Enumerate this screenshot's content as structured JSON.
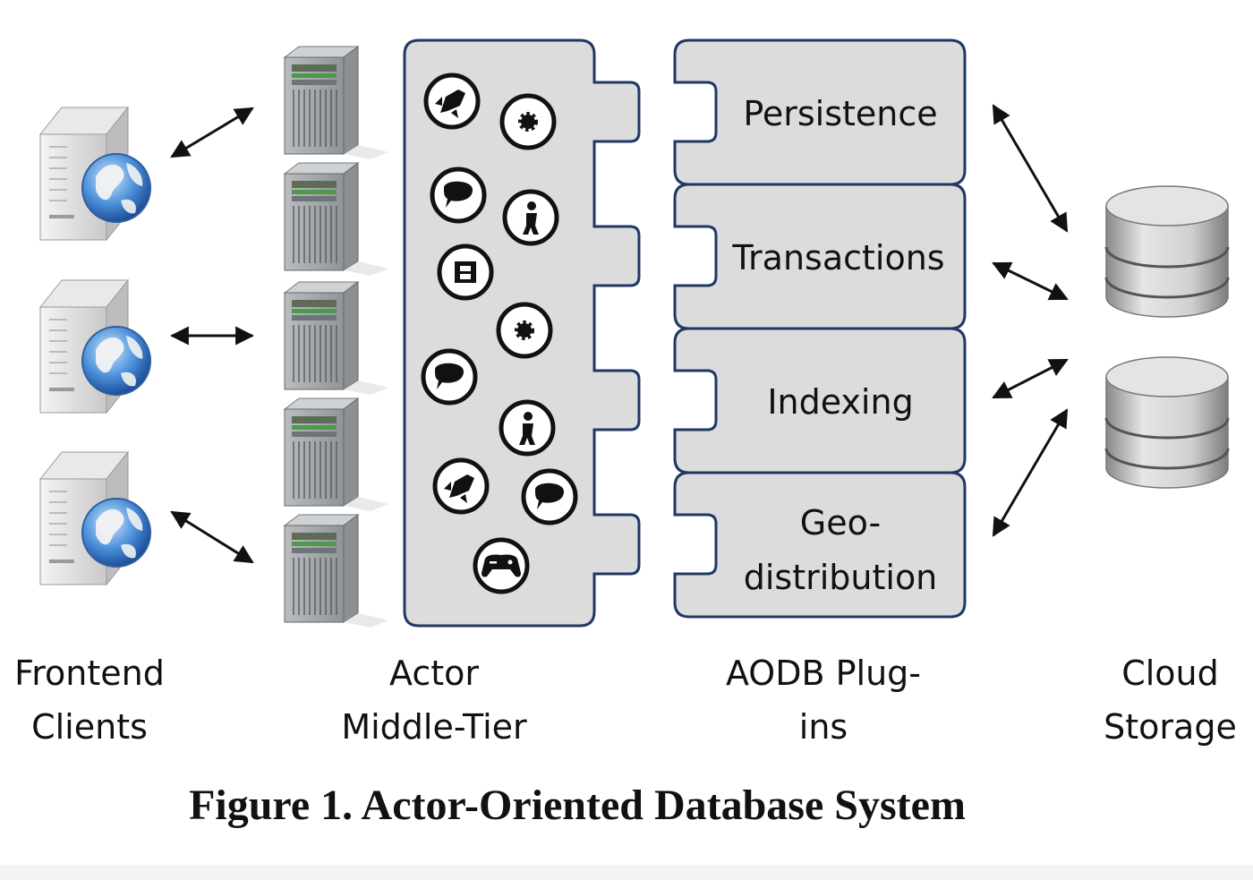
{
  "columns": {
    "frontend": [
      "Frontend",
      "Clients"
    ],
    "middle": [
      "Actor",
      "Middle-Tier"
    ],
    "plugins": [
      "AODB Plug-",
      "ins"
    ],
    "storage": [
      "Cloud",
      "Storage"
    ]
  },
  "plugins": [
    {
      "lines": [
        "Persistence"
      ]
    },
    {
      "lines": [
        "Transactions"
      ]
    },
    {
      "lines": [
        "Indexing"
      ]
    },
    {
      "lines": [
        "Geo-",
        "distribution"
      ]
    }
  ],
  "caption": "Figure 1. Actor-Oriented Database System",
  "actor_icons": [
    "rocket-icon",
    "gear-icon",
    "speech-bubble-icon",
    "person-icon",
    "film-icon",
    "gear-icon",
    "speech-bubble-icon",
    "person-icon",
    "rocket-icon",
    "speech-bubble-icon",
    "gamepad-icon"
  ],
  "colors": {
    "panel_fill": "#dcdcdc",
    "panel_stroke": "#1f3864",
    "arrow": "#111111"
  }
}
